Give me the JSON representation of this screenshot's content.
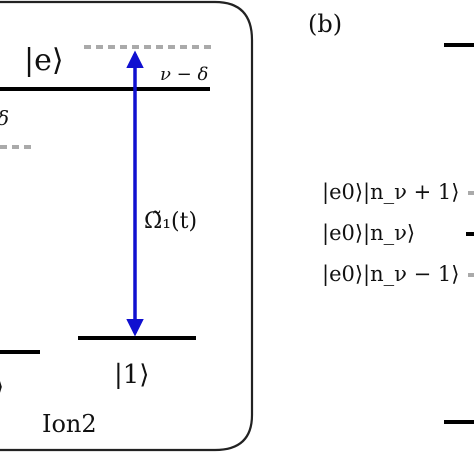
{
  "colors": {
    "level": "#000000",
    "dashed": "#aaaaaa",
    "arrow": "#1010d0",
    "frame": "#222222",
    "text": "#111111"
  },
  "panel_a": {
    "excited_state": "|e⟩",
    "detuning_upper": "ν − δ",
    "detuning_lower": "δ",
    "rabi_label": "Ω̃₁(t)",
    "ground_state": "|1⟩",
    "ground_state_cut": "⟩",
    "ion_label": "Ion2"
  },
  "panel_b": {
    "label": "(b)",
    "states": [
      "|e0⟩|n_ν + 1⟩",
      "|e0⟩|n_ν⟩",
      "|e0⟩|n_ν − 1⟩"
    ]
  }
}
